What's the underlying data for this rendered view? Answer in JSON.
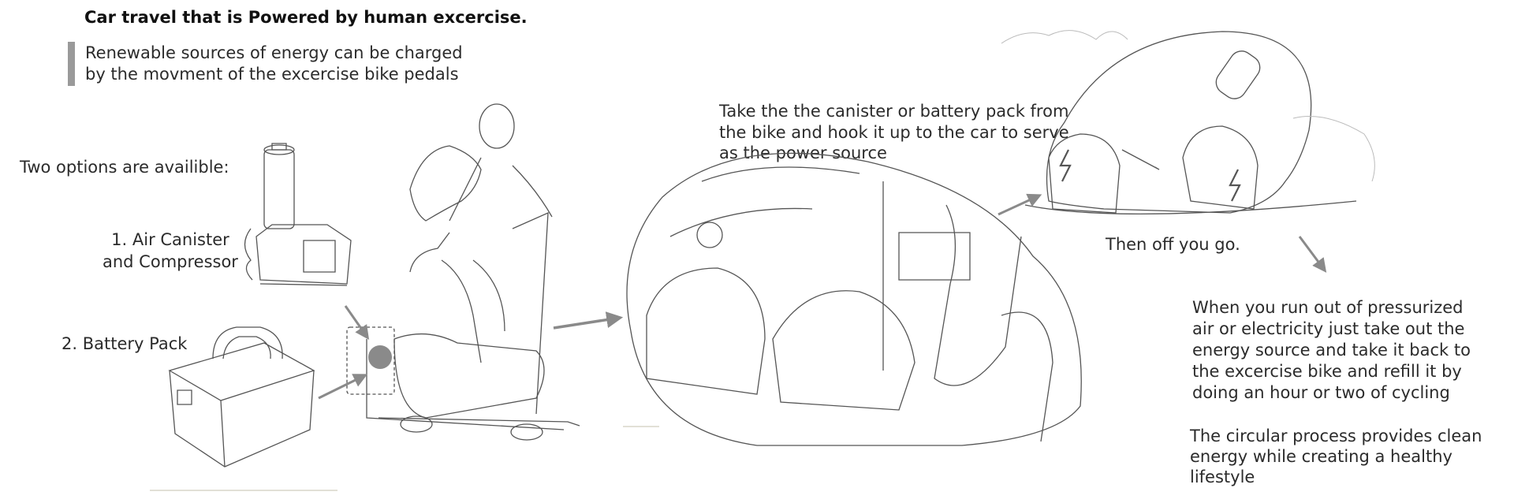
{
  "title": "Car travel that is Powered by human excercise.",
  "intro": "Renewable sources of energy can be charged\nby the movment of the excercise bike pedals",
  "options": {
    "heading": "Two options are availible:",
    "option1": "1. Air Canister\nand Compressor",
    "option2": "2. Battery Pack"
  },
  "step_canister": "Take the the canister or battery pack from\nthe bike and hook it up to the car to serve\nas the power source",
  "step_go": "Then off you go.",
  "step_refill": "When you run out of pressurized\nair  or electricity just take out the\nenergy source and take it back to\nthe excercise bike and refill it by\ndoing  an   hour or two of cycling",
  "summary": "The circular process provides clean\nenergy while creating a healthy lifestyle",
  "colors": {
    "pencil": "#555555",
    "arrow": "#8a8a8a",
    "marker_dot": "#8a8a8a",
    "accent_bar": "#9a9a9a"
  }
}
